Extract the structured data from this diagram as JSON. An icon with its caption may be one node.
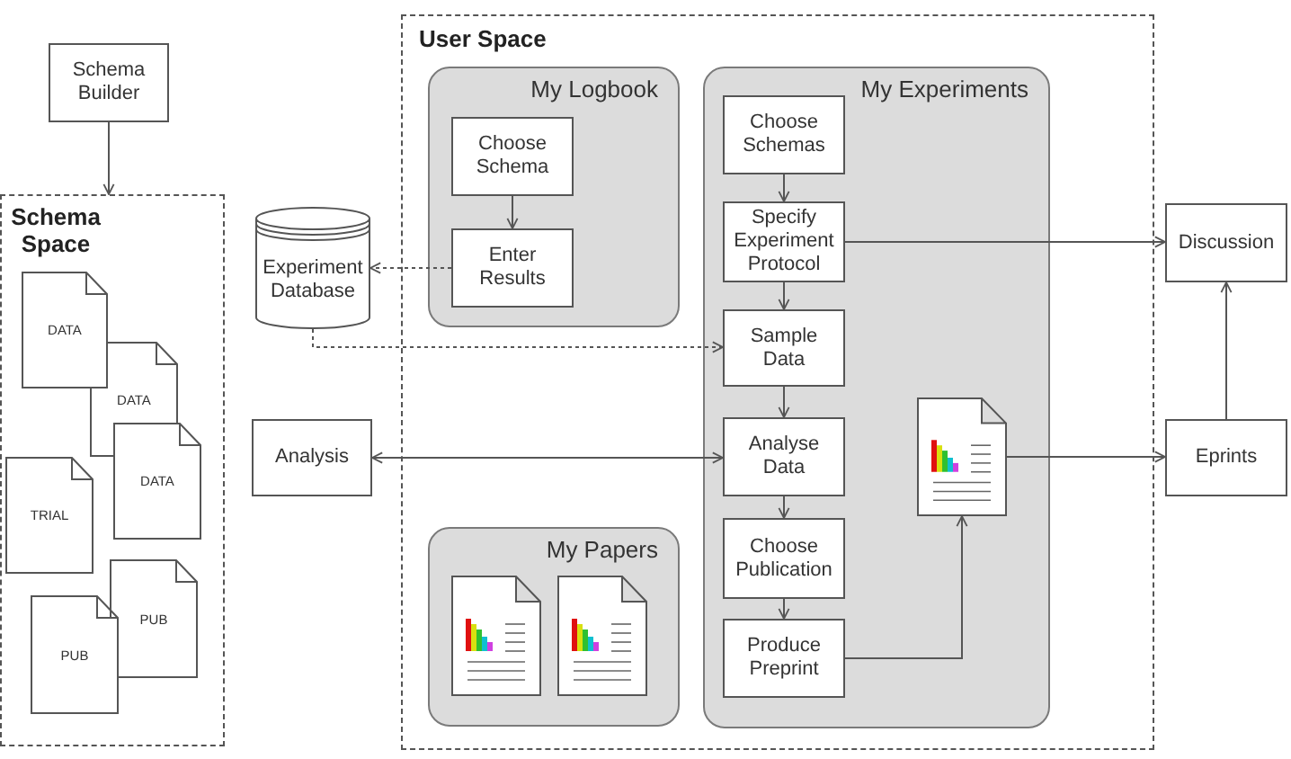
{
  "diagram": {
    "nodes": [
      {
        "text": [
          "Schema Builder"
        ]
      },
      {
        "text": [
          "Schema Space"
        ]
      },
      {
        "text": [
          "DATA"
        ],
        "in": 1
      },
      {
        "text": [
          "DATA"
        ],
        "in": 1
      },
      {
        "text": [
          "DATA"
        ],
        "in": 1
      },
      {
        "text": [
          "TRIAL"
        ],
        "in": 1
      },
      {
        "text": [
          "PUB"
        ],
        "in": 1
      },
      {
        "text": [
          "PUB"
        ],
        "in": 1
      },
      {
        "text": [
          "Experiment Database"
        ]
      },
      {
        "text": [
          "Analysis"
        ]
      },
      {
        "text": [
          "User Space"
        ]
      },
      {
        "text": [
          "My Logbook"
        ],
        "in": 10
      },
      {
        "text": [
          "Choose Schema"
        ],
        "in": 11
      },
      {
        "text": [
          "Enter Results"
        ],
        "in": 11
      },
      {
        "text": [
          "My Papers"
        ],
        "in": 10
      },
      {
        "text": [],
        "shape": "picture",
        "in": 14
      },
      {
        "text": [],
        "shape": "picture",
        "in": 14
      },
      {
        "text": [
          "My Experiments"
        ],
        "in": 10
      },
      {
        "text": [
          "Choose Schemas"
        ],
        "in": 17
      },
      {
        "text": [
          "Specify Experiment Protocol"
        ],
        "in": 17
      },
      {
        "text": [
          "Sample Data"
        ],
        "in": 17
      },
      {
        "text": [
          "Analyse Data"
        ],
        "in": 17
      },
      {
        "text": [
          "Choose Publication"
        ],
        "in": 17
      },
      {
        "text": [
          "Produce Preprint"
        ],
        "in": 17
      },
      {
        "text": [],
        "shape": "picture",
        "in": 17
      },
      {
        "text": [
          "Discussion"
        ]
      },
      {
        "text": [
          "Eprints"
        ]
      }
    ],
    "edges": [
      {
        "from": 0,
        "to": 1,
        "arrow": "to"
      },
      {
        "from": 12,
        "to": 13,
        "arrow": "to"
      },
      {
        "from": 13,
        "to": 8,
        "arrow": "to",
        "style": "dashed"
      },
      {
        "from": 8,
        "to": 20,
        "arrow": "to",
        "style": "dashed"
      },
      {
        "from": 18,
        "to": 19,
        "arrow": "to"
      },
      {
        "from": 19,
        "to": 20,
        "arrow": "to"
      },
      {
        "from": 20,
        "to": 21,
        "arrow": "to"
      },
      {
        "from": 21,
        "to": 22,
        "arrow": "to"
      },
      {
        "from": 22,
        "to": 23,
        "arrow": "to"
      },
      {
        "from": 19,
        "to": 25,
        "arrow": "to"
      },
      {
        "from": 9,
        "to": 21,
        "arrow": "both"
      },
      {
        "from": 23,
        "to": 24,
        "arrow": "to"
      },
      {
        "from": 24,
        "to": 26,
        "arrow": "to"
      },
      {
        "from": 26,
        "to": 25,
        "arrow": "to"
      }
    ]
  }
}
